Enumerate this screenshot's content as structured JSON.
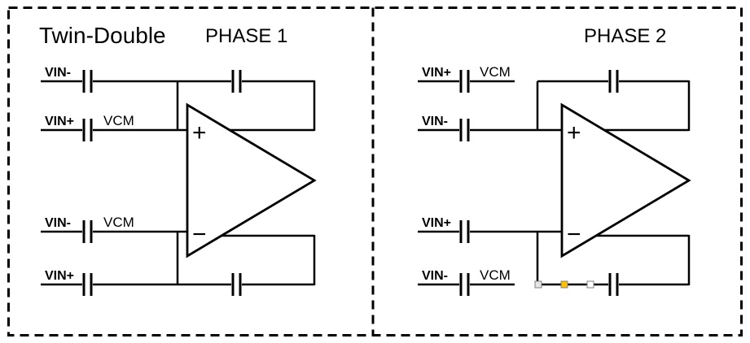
{
  "title": "Twin-Double",
  "panel1": {
    "heading": "PHASE 1",
    "row_a": {
      "label": "VIN-",
      "color": "#00B0F0"
    },
    "row_b": {
      "label": "VIN+",
      "color": "#FF0000",
      "vcm": "VCM"
    },
    "row_c": {
      "label": "VIN-",
      "color": "#00B0F0",
      "vcm": "VCM"
    },
    "row_d": {
      "label": "VIN+",
      "color": "#FF0000"
    },
    "opamp": {
      "plus": "+",
      "minus": "−"
    }
  },
  "panel2": {
    "heading": "PHASE 2",
    "row_a": {
      "label": "VIN+",
      "color": "#FF0000",
      "vcm": "VCM"
    },
    "row_b": {
      "label": "VIN-",
      "color": "#00B0F0"
    },
    "row_c": {
      "label": "VIN+",
      "color": "#FF0000"
    },
    "row_d": {
      "label": "VIN-",
      "color": "#00B0F0",
      "vcm": "VCM"
    },
    "opamp": {
      "plus": "+",
      "minus": "−"
    }
  },
  "colors": {
    "wire": "#000000",
    "vin_minus": "#00B0F0",
    "vin_plus": "#FF0000",
    "background": "#FFFFFF",
    "handle_gray": "#E7E6E6",
    "handle_yellow": "#FFC000",
    "handle_white": "#FFFFFF",
    "handle_border": "#808080"
  }
}
